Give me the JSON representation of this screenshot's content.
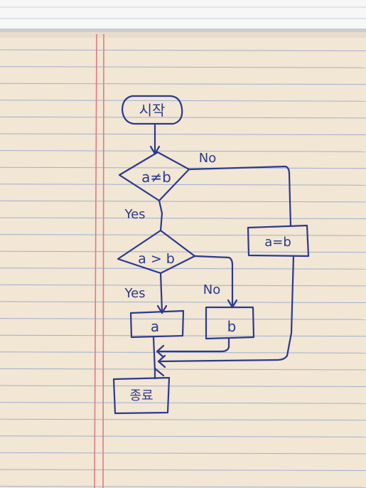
{
  "paper": {
    "background": "#f2e6d4",
    "rule_color": "#9fb0cf",
    "margin_color": "#e07a86",
    "ink_color": "#2b3a8c"
  },
  "flowchart": {
    "start_label": "시작",
    "decision1_label": "a≠b",
    "decision1_no_label": "No",
    "decision1_yes_label": "Yes",
    "decision2_label": "a > b",
    "decision2_yes_label": "Yes",
    "decision2_no_label": "No",
    "box_a_label": "a",
    "box_b_label": "b",
    "box_assign_label": "a=b",
    "end_label": "종료"
  }
}
